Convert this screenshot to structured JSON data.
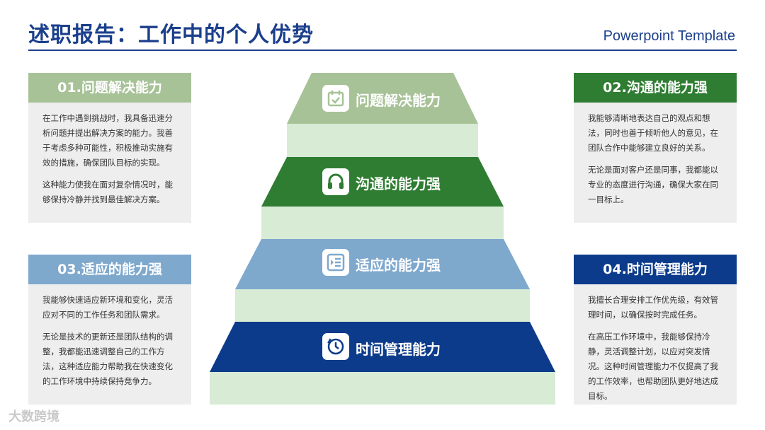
{
  "header": {
    "title": "述职报告：工作中的个人优势",
    "subtitle": "Powerpoint Template"
  },
  "colors": {
    "primary": "#1b3f8c",
    "light_green": "#a7c297",
    "green": "#2f7d32",
    "light_blue": "#7fa8cd",
    "navy": "#0c3b8b",
    "step_base": "#d7ebd5"
  },
  "cards": [
    {
      "title": "01.问题解决能力",
      "paragraphs": [
        "在工作中遇到挑战时，我具备迅速分析问题并提出解决方案的能力。我善于考虑多种可能性，积极推动实施有效的措施，确保团队目标的实现。",
        "这种能力使我在面对复杂情况时，能够保持冷静并找到最佳解决方案。"
      ]
    },
    {
      "title": "02.沟通的能力强",
      "paragraphs": [
        "我能够清晰地表达自己的观点和想法，同时也善于倾听他人的意见，在团队合作中能够建立良好的关系。",
        "无论是面对客户还是同事，我都能以专业的态度进行沟通，确保大家在同一目标上。"
      ]
    },
    {
      "title": "03.适应的能力强",
      "paragraphs": [
        "我能够快速适应新环境和变化，灵活应对不同的工作任务和团队需求。",
        "无论是技术的更新还是团队结构的调整，我都能迅速调整自己的工作方法，这种适应能力帮助我在快速变化的工作环境中持续保持竞争力。"
      ]
    },
    {
      "title": "04.时间管理能力",
      "paragraphs": [
        "我擅长合理安排工作优先级，有效管理时间，以确保按时完成任务。",
        "在高压工作环境中，我能够保持冷静，灵活调整计划，以应对突发情况。这种时间管理能力不仅提高了我的工作效率，也帮助团队更好地达成目标。"
      ]
    }
  ],
  "pyramid": [
    {
      "label": "问题解决能力",
      "icon": "calendar-check-icon"
    },
    {
      "label": "沟通的能力强",
      "icon": "headphones-icon"
    },
    {
      "label": "适应的能力强",
      "icon": "list-indent-icon"
    },
    {
      "label": "时间管理能力",
      "icon": "clock-icon"
    }
  ],
  "watermark": "大数跨境"
}
